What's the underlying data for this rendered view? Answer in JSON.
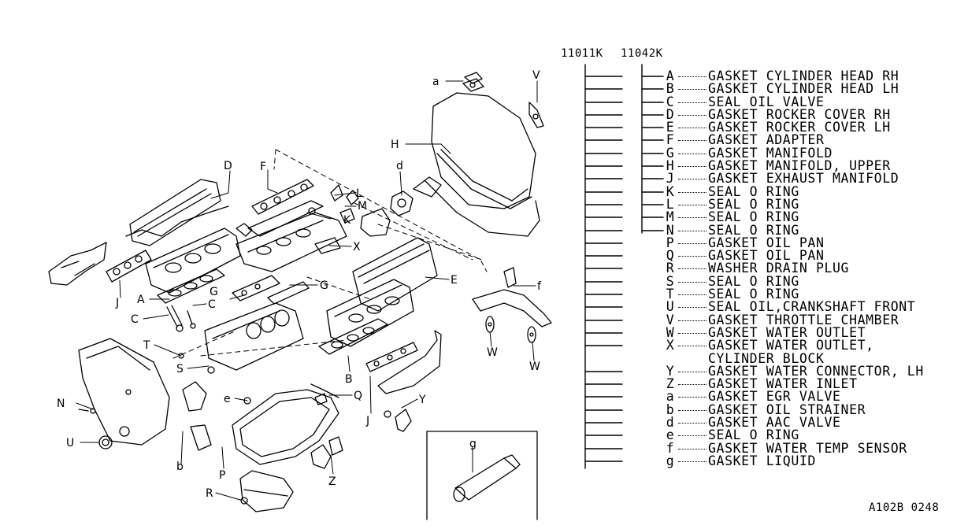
{
  "kits": {
    "kit_a": "11011K",
    "kit_b": "11042K"
  },
  "legend": [
    {
      "key": "A",
      "desc": "GASKET CYLINDER HEAD RH"
    },
    {
      "key": "B",
      "desc": "GASKET CYLINDER HEAD LH"
    },
    {
      "key": "C",
      "desc": "SEAL OIL VALVE"
    },
    {
      "key": "D",
      "desc": "GASKET ROCKER COVER RH"
    },
    {
      "key": "E",
      "desc": "GASKET ROCKER COVER LH"
    },
    {
      "key": "F",
      "desc": "GASKET ADAPTER"
    },
    {
      "key": "G",
      "desc": "GASKET MANIFOLD"
    },
    {
      "key": "H",
      "desc": "GASKET MANIFOLD, UPPER"
    },
    {
      "key": "J",
      "desc": "GASKET EXHAUST MANIFOLD"
    },
    {
      "key": "K",
      "desc": "SEAL O RING"
    },
    {
      "key": "L",
      "desc": "SEAL O RING"
    },
    {
      "key": "M",
      "desc": "SEAL O RING"
    },
    {
      "key": "N",
      "desc": "SEAL O RING"
    },
    {
      "key": "P",
      "desc": "GASKET OIL PAN"
    },
    {
      "key": "Q",
      "desc": "GASKET OIL PAN"
    },
    {
      "key": "R",
      "desc": "WASHER DRAIN PLUG"
    },
    {
      "key": "S",
      "desc": "SEAL O RING"
    },
    {
      "key": "T",
      "desc": "SEAL O RING"
    },
    {
      "key": "U",
      "desc": "SEAL OIL,CRANKSHAFT FRONT"
    },
    {
      "key": "V",
      "desc": "GASKET THROTTLE CHAMBER"
    },
    {
      "key": "W",
      "desc": "GASKET WATER OUTLET"
    },
    {
      "key": "X",
      "desc": "GASKET WATER OUTLET,",
      "desc2": "CYLINDER BLOCK"
    },
    {
      "key": "Y",
      "desc": "GASKET WATER CONNECTOR, LH"
    },
    {
      "key": "Z",
      "desc": "GASKET WATER INLET"
    },
    {
      "key": "a",
      "desc": "GASKET EGR VALVE"
    },
    {
      "key": "b",
      "desc": "GASKET OIL STRAINER"
    },
    {
      "key": "d",
      "desc": "GASKET AAC VALVE"
    },
    {
      "key": "e",
      "desc": "SEAL O RING"
    },
    {
      "key": "f",
      "desc": "GASKET WATER TEMP SENSOR"
    },
    {
      "key": "g",
      "desc": "GASKET LIQUID"
    }
  ],
  "callouts": {
    "A": "A",
    "B": "B",
    "C1": "C",
    "C2": "C",
    "D": "D",
    "E": "E",
    "F": "F",
    "G1": "G",
    "G2": "G",
    "H": "H",
    "J1": "J",
    "J2": "J",
    "K": "K",
    "L": "L",
    "M": "M",
    "N": "N",
    "P": "P",
    "Q": "Q",
    "R": "R",
    "S": "S",
    "T": "T",
    "U": "U",
    "V": "V",
    "W1": "W",
    "W2": "W",
    "X": "X",
    "Y": "Y",
    "Z": "Z",
    "a": "a",
    "b": "b",
    "d": "d",
    "e": "e",
    "f": "f",
    "g": "g"
  },
  "ref_code": "A102B 0248"
}
